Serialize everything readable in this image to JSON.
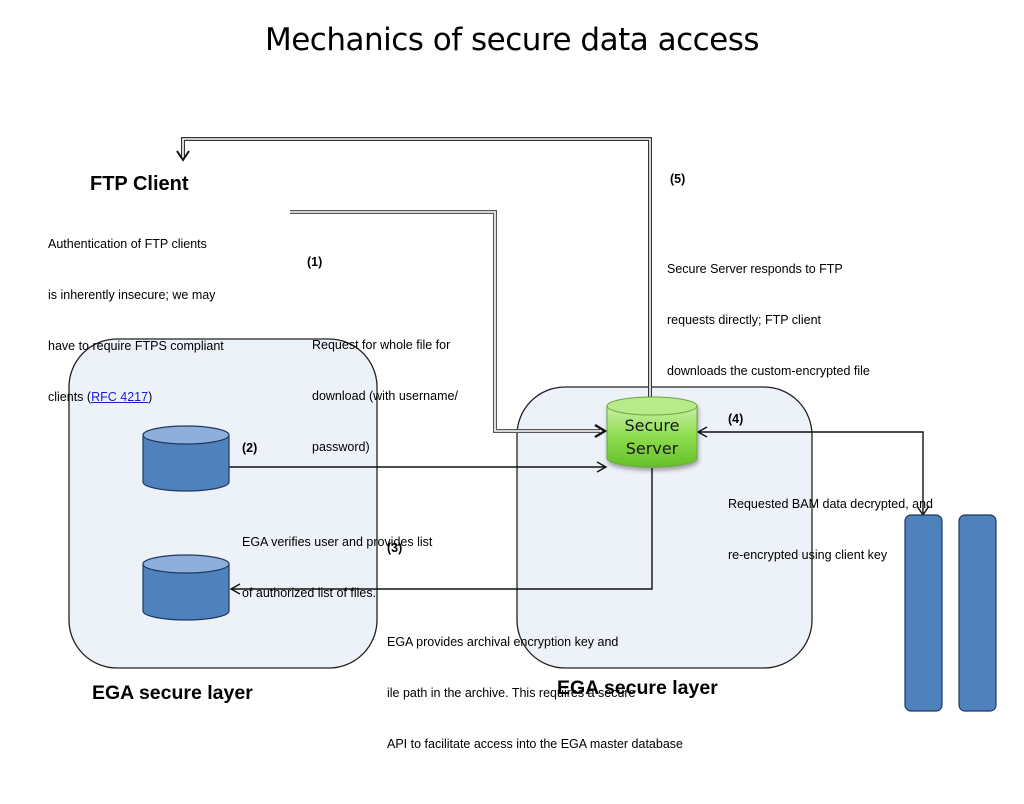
{
  "title": "Mechanics of secure data access",
  "ftp_client": {
    "title": "FTP Client",
    "note_lines": [
      "Authentication of FTP clients",
      "is inherently insecure; we may",
      "have to require FTPS compliant"
    ],
    "note_last_prefix": "clients (",
    "note_link": "RFC 4217",
    "note_last_suffix": ")"
  },
  "steps": [
    {
      "number": "(1)",
      "lines": [
        "Request for whole file for",
        "download (with username/",
        "password)"
      ]
    },
    {
      "number": "(2)",
      "lines": [
        "EGA verifies user and provides list",
        "of authorized list of files."
      ]
    },
    {
      "number": "(3)",
      "lines": [
        "EGA provides archival encryption key and",
        "ile path in the archive. This requires a secure",
        "API to facilitate access into the EGA master database"
      ]
    },
    {
      "number": "(4)",
      "lines": [
        "Requested BAM data decrypted, and",
        "re-encrypted using client key"
      ]
    },
    {
      "number": "(5)",
      "lines": [
        "Secure Server responds to FTP",
        "requests directly; FTP client",
        "downloads the custom-encrypted file"
      ]
    }
  ],
  "secure_server": {
    "line1": "Secure",
    "line2": "Server"
  },
  "layers": [
    {
      "label": "EGA secure layer"
    },
    {
      "label": "EGA secure layer"
    }
  ],
  "colors": {
    "panel_fill": "#edf1f8",
    "db_blue": "#4f81bd",
    "server_green": "#7fd33e",
    "link": "#1a1adb"
  }
}
